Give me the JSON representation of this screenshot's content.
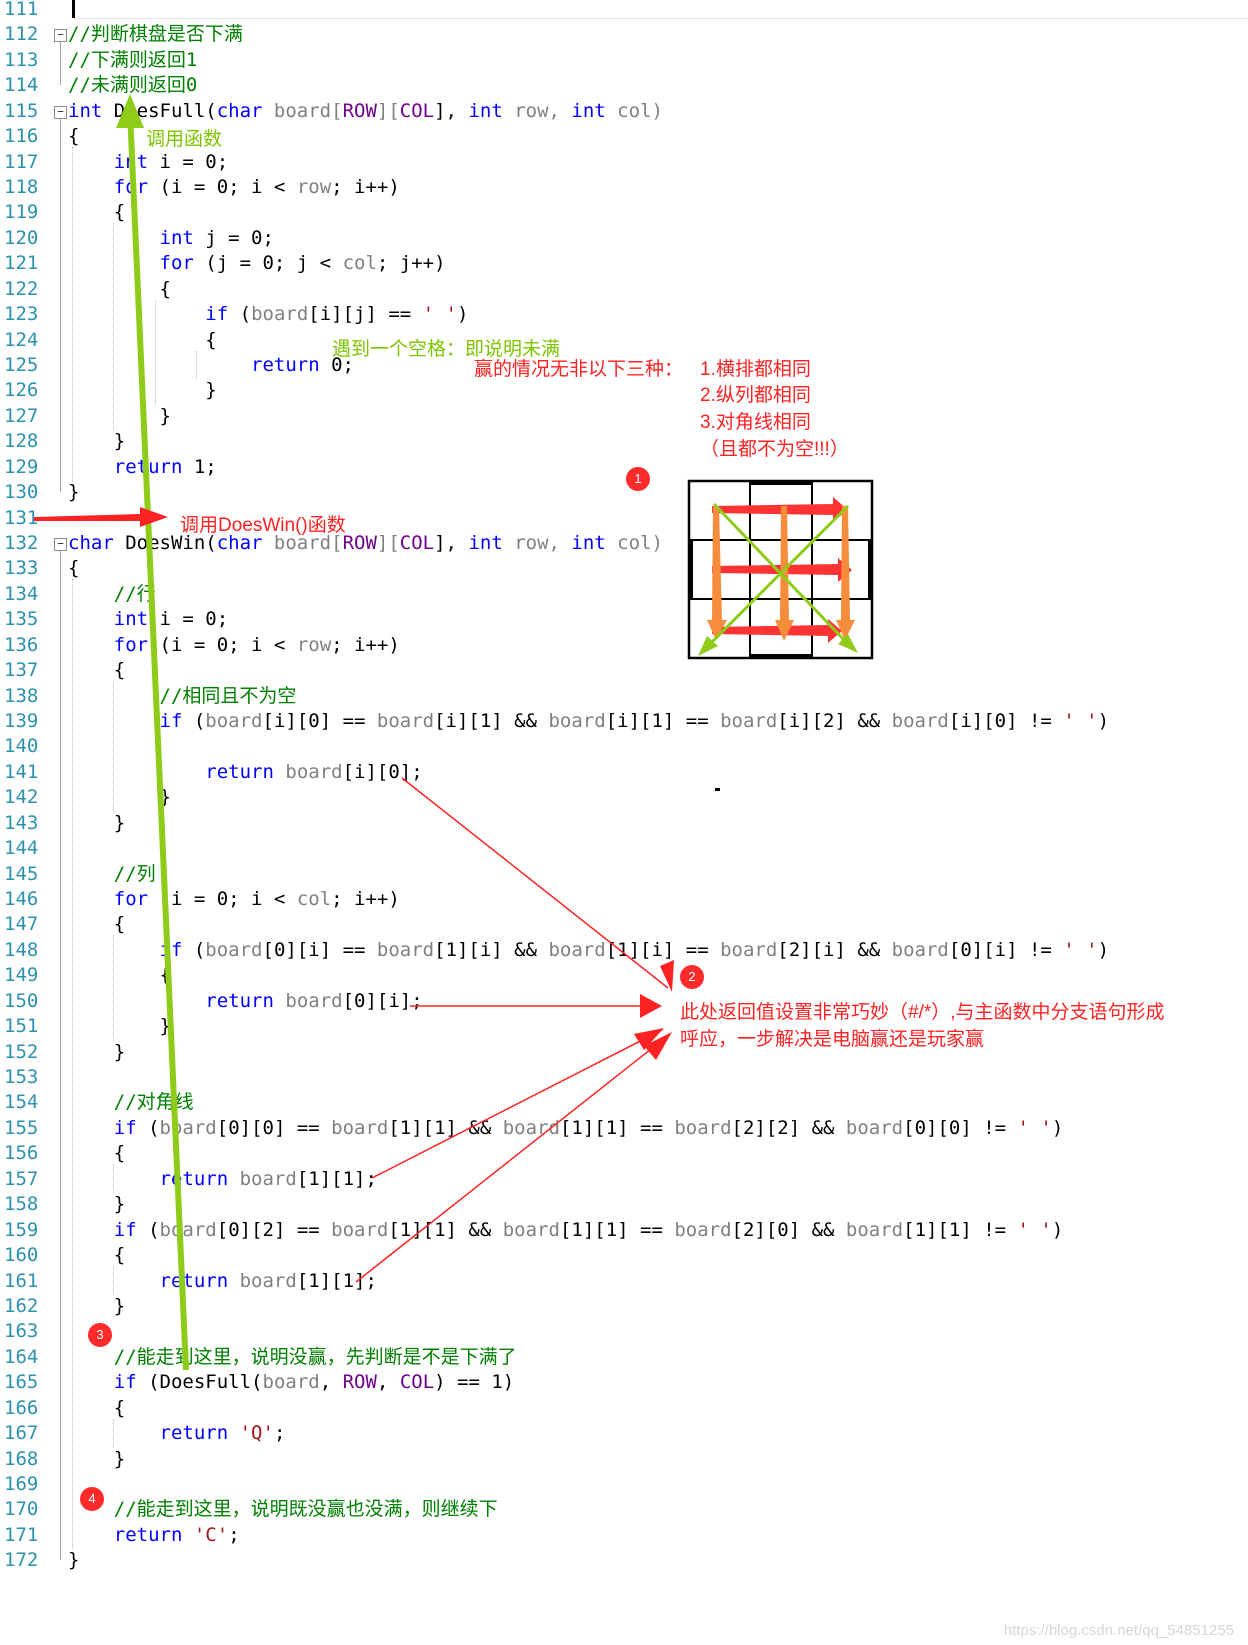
{
  "line_numbers": [
    "111",
    "112",
    "113",
    "114",
    "115",
    "116",
    "117",
    "118",
    "119",
    "120",
    "121",
    "122",
    "123",
    "124",
    "125",
    "126",
    "127",
    "128",
    "129",
    "130",
    "131",
    "132",
    "133",
    "134",
    "135",
    "136",
    "137",
    "138",
    "139",
    "140",
    "141",
    "142",
    "143",
    "144",
    "145",
    "146",
    "147",
    "148",
    "149",
    "150",
    "151",
    "152",
    "153",
    "154",
    "155",
    "156",
    "157",
    "158",
    "159",
    "160",
    "161",
    "162",
    "163",
    "164",
    "165",
    "166",
    "167",
    "168",
    "169",
    "170",
    "171",
    "172"
  ],
  "code_lines": [
    [],
    [
      {
        "t": "//判断棋盘是否下满",
        "c": "cm"
      }
    ],
    [
      {
        "t": "//下满则返回1",
        "c": "cm"
      }
    ],
    [
      {
        "t": "//未满则返回0",
        "c": "cm"
      }
    ],
    [
      {
        "t": "int",
        "c": "kw"
      },
      {
        "t": " DoesFull("
      },
      {
        "t": "char",
        "c": "kw"
      },
      {
        "t": " board[",
        "c": "gy"
      },
      {
        "t": "ROW",
        "c": "mac"
      },
      {
        "t": "][",
        "c": "gy"
      },
      {
        "t": "COL",
        "c": "mac"
      },
      {
        "t": "], "
      },
      {
        "t": "int",
        "c": "kw"
      },
      {
        "t": " row, ",
        "c": "gy"
      },
      {
        "t": "int",
        "c": "kw"
      },
      {
        "t": " col)",
        "c": "gy"
      }
    ],
    [
      {
        "t": "{"
      }
    ],
    [
      {
        "t": "    "
      },
      {
        "t": "int",
        "c": "kw"
      },
      {
        "t": " i = 0;"
      }
    ],
    [
      {
        "t": "    "
      },
      {
        "t": "for",
        "c": "kw"
      },
      {
        "t": " (i = 0; i < "
      },
      {
        "t": "row",
        "c": "gy"
      },
      {
        "t": "; i++)"
      }
    ],
    [
      {
        "t": "    {"
      }
    ],
    [
      {
        "t": "        "
      },
      {
        "t": "int",
        "c": "kw"
      },
      {
        "t": " j = 0;"
      }
    ],
    [
      {
        "t": "        "
      },
      {
        "t": "for",
        "c": "kw"
      },
      {
        "t": " (j = 0; j < "
      },
      {
        "t": "col",
        "c": "gy"
      },
      {
        "t": "; j++)"
      }
    ],
    [
      {
        "t": "        {"
      }
    ],
    [
      {
        "t": "            "
      },
      {
        "t": "if",
        "c": "kw"
      },
      {
        "t": " ("
      },
      {
        "t": "board",
        "c": "gy"
      },
      {
        "t": "[i][j] == "
      },
      {
        "t": "' '",
        "c": "str"
      },
      {
        "t": ")"
      }
    ],
    [
      {
        "t": "            {"
      }
    ],
    [
      {
        "t": "                "
      },
      {
        "t": "return",
        "c": "kw"
      },
      {
        "t": " 0;"
      }
    ],
    [
      {
        "t": "            }"
      }
    ],
    [
      {
        "t": "        }"
      }
    ],
    [
      {
        "t": "    }"
      }
    ],
    [
      {
        "t": "    "
      },
      {
        "t": "return",
        "c": "kw"
      },
      {
        "t": " 1;"
      }
    ],
    [
      {
        "t": "}"
      }
    ],
    [],
    [
      {
        "t": "char",
        "c": "kw"
      },
      {
        "t": " DoesWin("
      },
      {
        "t": "char",
        "c": "kw"
      },
      {
        "t": " board[",
        "c": "gy"
      },
      {
        "t": "ROW",
        "c": "mac"
      },
      {
        "t": "][",
        "c": "gy"
      },
      {
        "t": "COL",
        "c": "mac"
      },
      {
        "t": "], "
      },
      {
        "t": "int",
        "c": "kw"
      },
      {
        "t": " row, ",
        "c": "gy"
      },
      {
        "t": "int",
        "c": "kw"
      },
      {
        "t": " col)",
        "c": "gy"
      }
    ],
    [
      {
        "t": "{"
      }
    ],
    [
      {
        "t": "    "
      },
      {
        "t": "//行",
        "c": "cm"
      }
    ],
    [
      {
        "t": "    "
      },
      {
        "t": "int",
        "c": "kw"
      },
      {
        "t": " i = 0;"
      }
    ],
    [
      {
        "t": "    "
      },
      {
        "t": "for",
        "c": "kw"
      },
      {
        "t": " (i = 0; i < "
      },
      {
        "t": "row",
        "c": "gy"
      },
      {
        "t": "; i++)"
      }
    ],
    [
      {
        "t": "    {"
      }
    ],
    [
      {
        "t": "        "
      },
      {
        "t": "//相同且不为空",
        "c": "cm"
      }
    ],
    [
      {
        "t": "        "
      },
      {
        "t": "if",
        "c": "kw"
      },
      {
        "t": " ("
      },
      {
        "t": "board",
        "c": "gy"
      },
      {
        "t": "[i][0] == "
      },
      {
        "t": "board",
        "c": "gy"
      },
      {
        "t": "[i][1] && "
      },
      {
        "t": "board",
        "c": "gy"
      },
      {
        "t": "[i][1] == "
      },
      {
        "t": "board",
        "c": "gy"
      },
      {
        "t": "[i][2] && "
      },
      {
        "t": "board",
        "c": "gy"
      },
      {
        "t": "[i][0] != "
      },
      {
        "t": "' '",
        "c": "str"
      },
      {
        "t": ")"
      }
    ],
    [],
    [
      {
        "t": "            "
      },
      {
        "t": "return",
        "c": "kw"
      },
      {
        "t": " "
      },
      {
        "t": "board",
        "c": "gy"
      },
      {
        "t": "[i][0];"
      }
    ],
    [
      {
        "t": "        }"
      }
    ],
    [
      {
        "t": "    }"
      }
    ],
    [],
    [
      {
        "t": "    "
      },
      {
        "t": "//列",
        "c": "cm"
      }
    ],
    [
      {
        "t": "    "
      },
      {
        "t": "for",
        "c": "kw"
      },
      {
        "t": " (i = 0; i < "
      },
      {
        "t": "col",
        "c": "gy"
      },
      {
        "t": "; i++)"
      }
    ],
    [
      {
        "t": "    {"
      }
    ],
    [
      {
        "t": "        "
      },
      {
        "t": "if",
        "c": "kw"
      },
      {
        "t": " ("
      },
      {
        "t": "board",
        "c": "gy"
      },
      {
        "t": "[0][i] == "
      },
      {
        "t": "board",
        "c": "gy"
      },
      {
        "t": "[1][i] && "
      },
      {
        "t": "board",
        "c": "gy"
      },
      {
        "t": "[1][i] == "
      },
      {
        "t": "board",
        "c": "gy"
      },
      {
        "t": "[2][i] && "
      },
      {
        "t": "board",
        "c": "gy"
      },
      {
        "t": "[0][i] != "
      },
      {
        "t": "' '",
        "c": "str"
      },
      {
        "t": ")"
      }
    ],
    [
      {
        "t": "        {"
      }
    ],
    [
      {
        "t": "            "
      },
      {
        "t": "return",
        "c": "kw"
      },
      {
        "t": " "
      },
      {
        "t": "board",
        "c": "gy"
      },
      {
        "t": "[0][i];"
      }
    ],
    [
      {
        "t": "        }"
      }
    ],
    [
      {
        "t": "    }"
      }
    ],
    [],
    [
      {
        "t": "    "
      },
      {
        "t": "//对角线",
        "c": "cm"
      }
    ],
    [
      {
        "t": "    "
      },
      {
        "t": "if",
        "c": "kw"
      },
      {
        "t": " ("
      },
      {
        "t": "board",
        "c": "gy"
      },
      {
        "t": "[0][0] == "
      },
      {
        "t": "board",
        "c": "gy"
      },
      {
        "t": "[1][1] && "
      },
      {
        "t": "board",
        "c": "gy"
      },
      {
        "t": "[1][1] == "
      },
      {
        "t": "board",
        "c": "gy"
      },
      {
        "t": "[2][2] && "
      },
      {
        "t": "board",
        "c": "gy"
      },
      {
        "t": "[0][0] != "
      },
      {
        "t": "' '",
        "c": "str"
      },
      {
        "t": ")"
      }
    ],
    [
      {
        "t": "    {"
      }
    ],
    [
      {
        "t": "        "
      },
      {
        "t": "return",
        "c": "kw"
      },
      {
        "t": " "
      },
      {
        "t": "board",
        "c": "gy"
      },
      {
        "t": "[1][1];"
      }
    ],
    [
      {
        "t": "    }"
      }
    ],
    [
      {
        "t": "    "
      },
      {
        "t": "if",
        "c": "kw"
      },
      {
        "t": " ("
      },
      {
        "t": "board",
        "c": "gy"
      },
      {
        "t": "[0][2] == "
      },
      {
        "t": "board",
        "c": "gy"
      },
      {
        "t": "[1][1] && "
      },
      {
        "t": "board",
        "c": "gy"
      },
      {
        "t": "[1][1] == "
      },
      {
        "t": "board",
        "c": "gy"
      },
      {
        "t": "[2][0] && "
      },
      {
        "t": "board",
        "c": "gy"
      },
      {
        "t": "[1][1] != "
      },
      {
        "t": "' '",
        "c": "str"
      },
      {
        "t": ")"
      }
    ],
    [
      {
        "t": "    {"
      }
    ],
    [
      {
        "t": "        "
      },
      {
        "t": "return",
        "c": "kw"
      },
      {
        "t": " "
      },
      {
        "t": "board",
        "c": "gy"
      },
      {
        "t": "[1][1];"
      }
    ],
    [
      {
        "t": "    }"
      }
    ],
    [],
    [
      {
        "t": "    "
      },
      {
        "t": "//能走到这里，说明没赢，先判断是不是下满了",
        "c": "cm"
      }
    ],
    [
      {
        "t": "    "
      },
      {
        "t": "if",
        "c": "kw"
      },
      {
        "t": " (DoesFull("
      },
      {
        "t": "board",
        "c": "gy"
      },
      {
        "t": ", "
      },
      {
        "t": "ROW",
        "c": "mac"
      },
      {
        "t": ", "
      },
      {
        "t": "COL",
        "c": "mac"
      },
      {
        "t": ") == 1)"
      }
    ],
    [
      {
        "t": "    {"
      }
    ],
    [
      {
        "t": "        "
      },
      {
        "t": "return",
        "c": "kw"
      },
      {
        "t": " "
      },
      {
        "t": "'Q'",
        "c": "str"
      },
      {
        "t": ";"
      }
    ],
    [
      {
        "t": "    }"
      }
    ],
    [],
    [
      {
        "t": "    "
      },
      {
        "t": "//能走到这里，说明既没赢也没满，则继续下",
        "c": "cm"
      }
    ],
    [
      {
        "t": "    "
      },
      {
        "t": "return",
        "c": "kw"
      },
      {
        "t": " "
      },
      {
        "t": "'C'",
        "c": "str"
      },
      {
        "t": ";"
      }
    ],
    [
      {
        "t": "}"
      }
    ]
  ],
  "annotations": {
    "call_function": "调用函数",
    "found_space": "遇到一个空格：即说明未满",
    "win_cases_intro": "赢的情况无非以下三种：",
    "case1": "1.横排都相同",
    "case2": "2.纵列都相同",
    "case3": "3.对角线相同",
    "case_note": "（且都不为空!!!）",
    "call_doeswin": "调用DoesWin()函数",
    "return_note_1": "此处返回值设置非常巧妙（#/*）,与主函数中分支语句形成",
    "return_note_2": "呼应，一步解决是电脑赢还是玩家赢"
  },
  "badges": [
    "1",
    "2",
    "3",
    "4"
  ],
  "watermark": "https://blog.csdn.net/qq_54851255",
  "colors": {
    "keyword": "#0000ff",
    "comment": "#008000",
    "macro": "#6f008a",
    "string": "#a31515",
    "line_number": "#2b91af",
    "annotation_green": "#7cc400",
    "annotation_red": "#ff2222"
  }
}
